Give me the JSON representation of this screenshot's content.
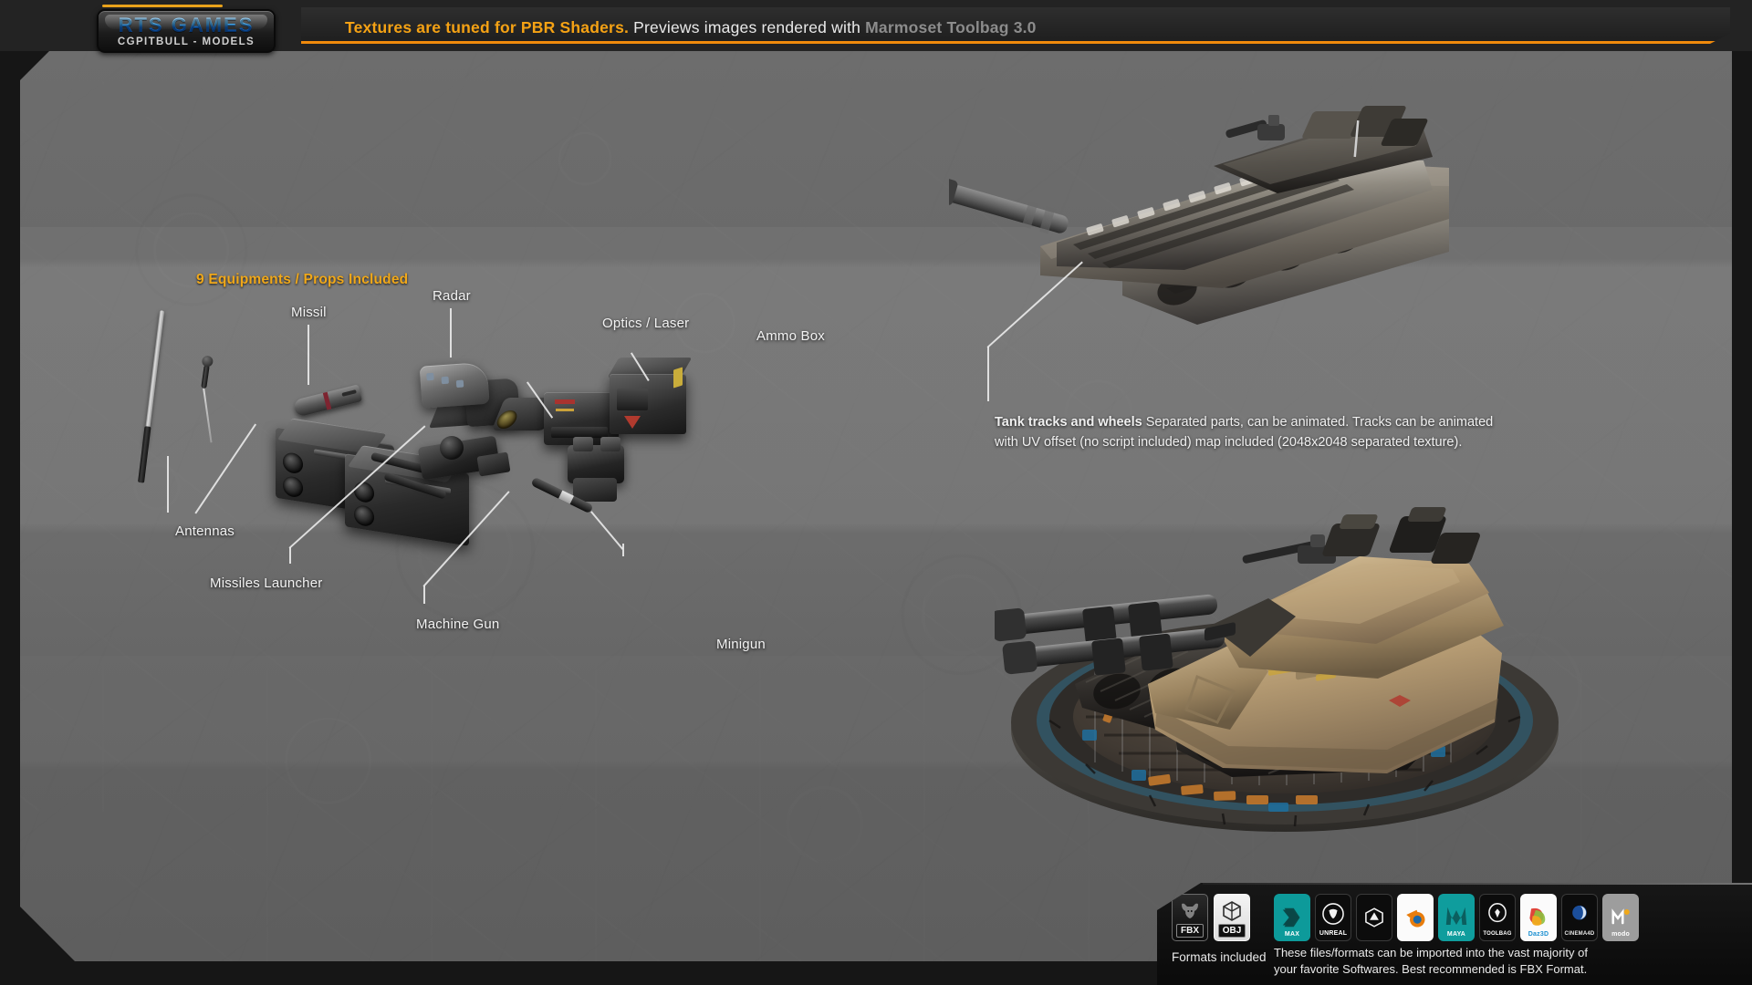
{
  "header": {
    "logo_title": "RTS GAMES",
    "logo_subtitle": "CGPITBULL - MODELS",
    "tagline_orange": "Textures are tuned for PBR Shaders.",
    "tagline_white": " Previews images rendered with ",
    "tagline_grey": "Marmoset Toolbag 3.0"
  },
  "equipment": {
    "caption": "9 Equipments / Props Included",
    "labels": [
      {
        "id": "missil",
        "text": "Missil"
      },
      {
        "id": "radar",
        "text": "Radar"
      },
      {
        "id": "optics-laser",
        "text": "Optics / Laser"
      },
      {
        "id": "ammo-box",
        "text": "Ammo Box"
      },
      {
        "id": "antennas",
        "text": "Antennas"
      },
      {
        "id": "missiles-launcher",
        "text": "Missiles Launcher"
      },
      {
        "id": "machine-gun",
        "text": "Machine Gun"
      },
      {
        "id": "minigun",
        "text": "Minigun"
      }
    ]
  },
  "tracks_info": {
    "title": "Tank tracks and wheels",
    "body_line1": " Separated parts, can be animated. Tracks can be animated",
    "body_line2": "with UV offset (no script included) map included (2048x2048 separated texture)."
  },
  "formats": {
    "caption": "Formats included",
    "description_line1": "These files/formats can be imported into the vast majority of",
    "description_line2": "your favorite Softwares. Best recommended is FBX Format.",
    "badges": [
      {
        "id": "fbx",
        "label": "FBX"
      },
      {
        "id": "obj",
        "label": "OBJ"
      }
    ],
    "software": [
      {
        "id": "3dsmax",
        "name": "MAX",
        "bg": "#0d9a9a",
        "fg": "#ffffff"
      },
      {
        "id": "unreal",
        "name": "UNREAL",
        "bg": "#0c0c0c",
        "fg": "#ffffff"
      },
      {
        "id": "unity",
        "name": "",
        "bg": "#0c0c0c",
        "fg": "#ffffff"
      },
      {
        "id": "blender",
        "name": "",
        "bg": "#fbfbfb",
        "fg": "#e87d0d"
      },
      {
        "id": "maya",
        "name": "MAYA",
        "bg": "#0f9d9d",
        "fg": "#ffffff"
      },
      {
        "id": "marmoset",
        "name": "TOOLBAG",
        "bg": "#0c0c0c",
        "fg": "#ffffff"
      },
      {
        "id": "daz3d",
        "name": "Daz3D",
        "bg": "#fbfbfb",
        "fg": "#1a8fd1"
      },
      {
        "id": "cinema4d",
        "name": "CINEMA4D",
        "bg": "#0c0c0c",
        "fg": "#e8e8e8"
      },
      {
        "id": "modo",
        "name": "modo",
        "bg": "#9d9d9d",
        "fg": "#ffffff"
      }
    ]
  },
  "colors": {
    "accent_orange": "#f0a81a",
    "header_bar": "#232323",
    "panel_grey": "#6d6d6d",
    "label_white": "#f2f2f2"
  }
}
